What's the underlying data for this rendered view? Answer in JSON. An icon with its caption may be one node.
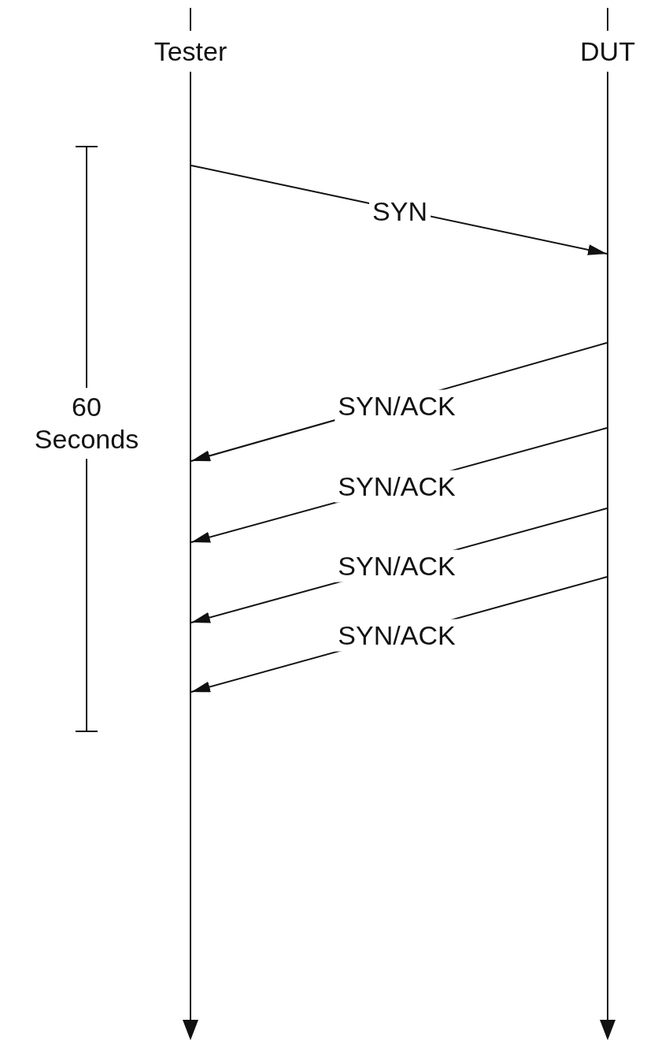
{
  "diagram": {
    "nodes": [
      {
        "text": [],
        "shape": "line",
        "beside": [
          "Tester"
        ]
      },
      {
        "text": [],
        "shape": "line",
        "beside": [
          "DUT"
        ]
      }
    ],
    "edges": [
      {
        "from": 0,
        "to": 1,
        "arrow": "to",
        "label": "SYN"
      },
      {
        "from": 1,
        "to": 0,
        "arrow": "to",
        "label": "SYN/ACK"
      },
      {
        "from": 1,
        "to": 0,
        "arrow": "to",
        "label": "SYN/ACK"
      },
      {
        "from": 1,
        "to": 0,
        "arrow": "to",
        "label": "SYN/ACK"
      },
      {
        "from": 1,
        "to": 0,
        "arrow": "to",
        "label": "SYN/ACK"
      }
    ],
    "labels": [
      "60 Seconds"
    ]
  }
}
